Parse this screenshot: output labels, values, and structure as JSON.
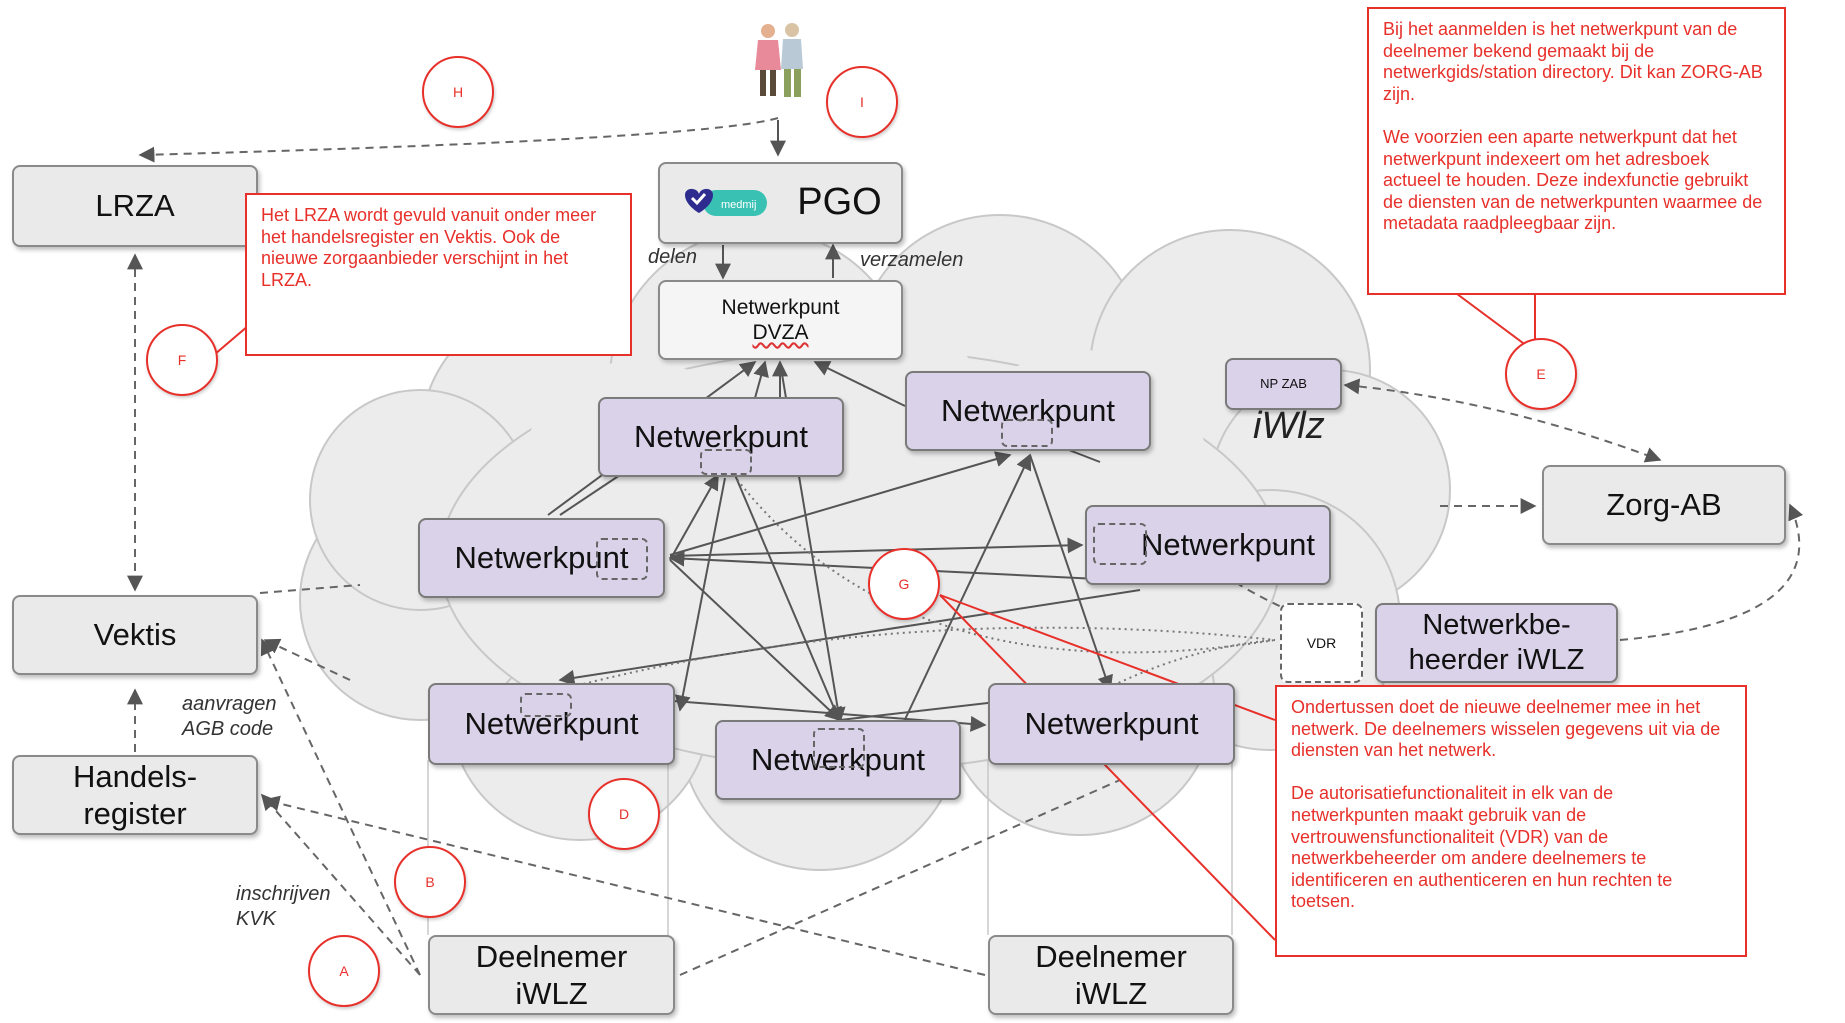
{
  "nodes": {
    "lrza": "LRZA",
    "vektis": "Vektis",
    "handelsregister": "Handels-\nregister",
    "pgo": "PGO",
    "pgo_logo_text": "medmij",
    "np_dvza_line1": "Netwerkpunt",
    "np_dvza_line2": "DVZA",
    "netwerkpunt": "Netwerkpunt",
    "np_zab": "NP ZAB",
    "iwlz": "iWlz",
    "zorg_ab": "Zorg-AB",
    "vdr": "VDR",
    "netwerkbeheerder": "Netwerkbe-\nheerder iWLZ",
    "deelnemer": "Deelnemer\niWLZ"
  },
  "edge_labels": {
    "delen": "delen",
    "verzamelen": "verzamelen",
    "aanvragen_agb": "aanvragen\nAGB code",
    "inschrijven_kvk": "inschrijven\nKVK"
  },
  "notes": {
    "lrza_note": "Het LRZA wordt gevuld vanuit onder meer het handelsregister en Vektis. Ook de nieuwe zorgaanbieder verschijnt in het LRZA.",
    "aanmelden_note": "Bij het aanmelden is het netwerkpunt van de deelnemer bekend gemaakt bij de netwerkgids/station directory. Dit kan ZORG-AB zijn.\n\nWe voorzien een aparte netwerkpunt dat het netwerkpunt indexeert om het adresboek actueel te houden. Deze indexfunctie gebruikt de diensten van de netwerkpunten waarmee de metadata raadpleegbaar zijn.",
    "deelnemer_note": "Ondertussen doet de nieuwe deelnemer mee in het netwerk. De deelnemers wisselen gegevens uit via de diensten van het netwerk.\n\nDe autorisatiefunctionaliteit in elk van de netwerkpunten maakt gebruik van de vertrouwensfunctionaliteit (VDR) van de netwerkbeheerder om andere deelnemers te identificeren en authenticeren en hun rechten te toetsen."
  },
  "markers": [
    "A",
    "B",
    "D",
    "E",
    "F",
    "G",
    "H",
    "I"
  ],
  "colors": {
    "annotation_red": "#e8302a",
    "node_purple": "#d9d2e9",
    "node_gray": "#eaeaea",
    "cloud": "#ededed",
    "logo_blue": "#2f2c8f",
    "logo_teal": "#39c2b3"
  },
  "icons": [
    "elderly-couple-icon",
    "medmij-logo-icon"
  ]
}
